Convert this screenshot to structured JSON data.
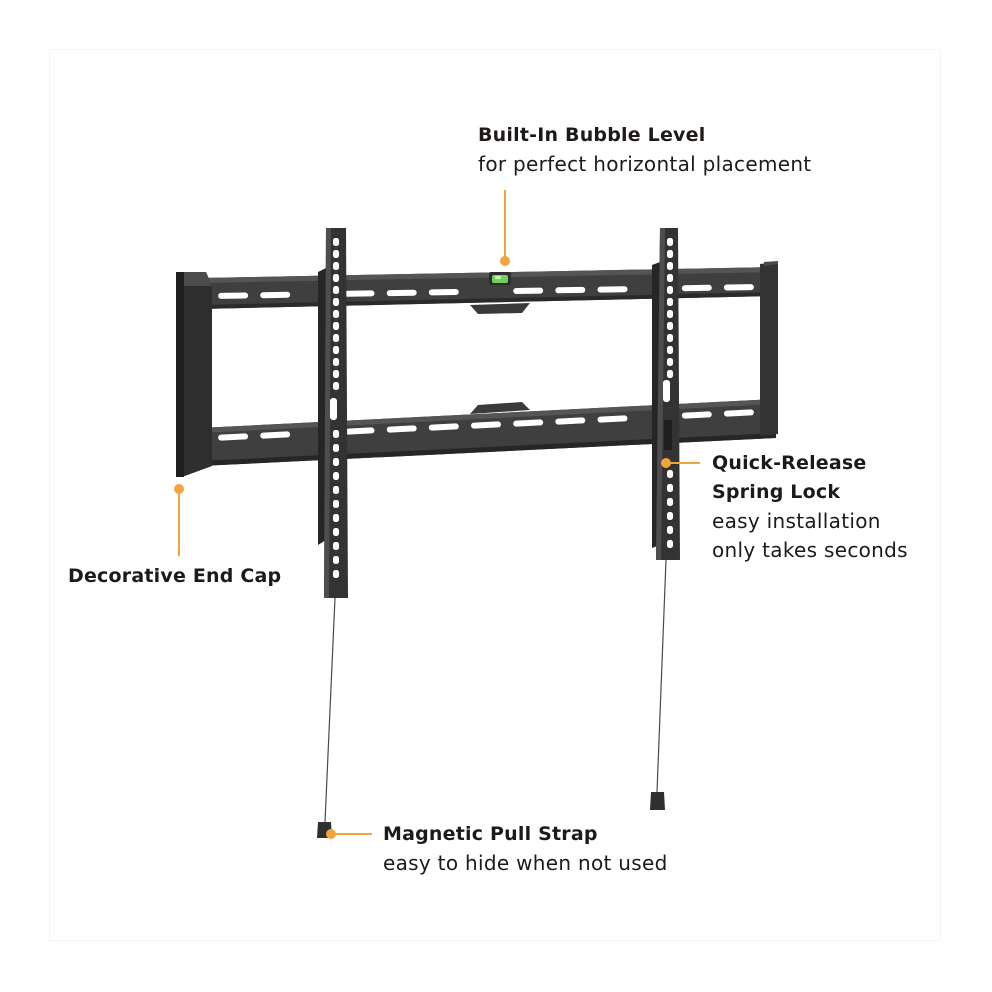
{
  "colors": {
    "accent": "#f3a33c",
    "bracket": "#3b3b3b",
    "bracket_dark": "#252525",
    "bubble": "#6fd35a",
    "text": "#1e1a18"
  },
  "callouts": {
    "bubble_level": {
      "title": "Built-In Bubble Level",
      "desc": "for perfect horizontal placement"
    },
    "spring_lock": {
      "title_line1": "Quick-Release",
      "title_line2": "Spring Lock",
      "desc_line1": "easy installation",
      "desc_line2": "only takes seconds"
    },
    "end_cap": {
      "title": "Decorative End Cap"
    },
    "pull_strap": {
      "title": "Magnetic Pull Strap",
      "desc": "easy to hide when not used"
    }
  }
}
